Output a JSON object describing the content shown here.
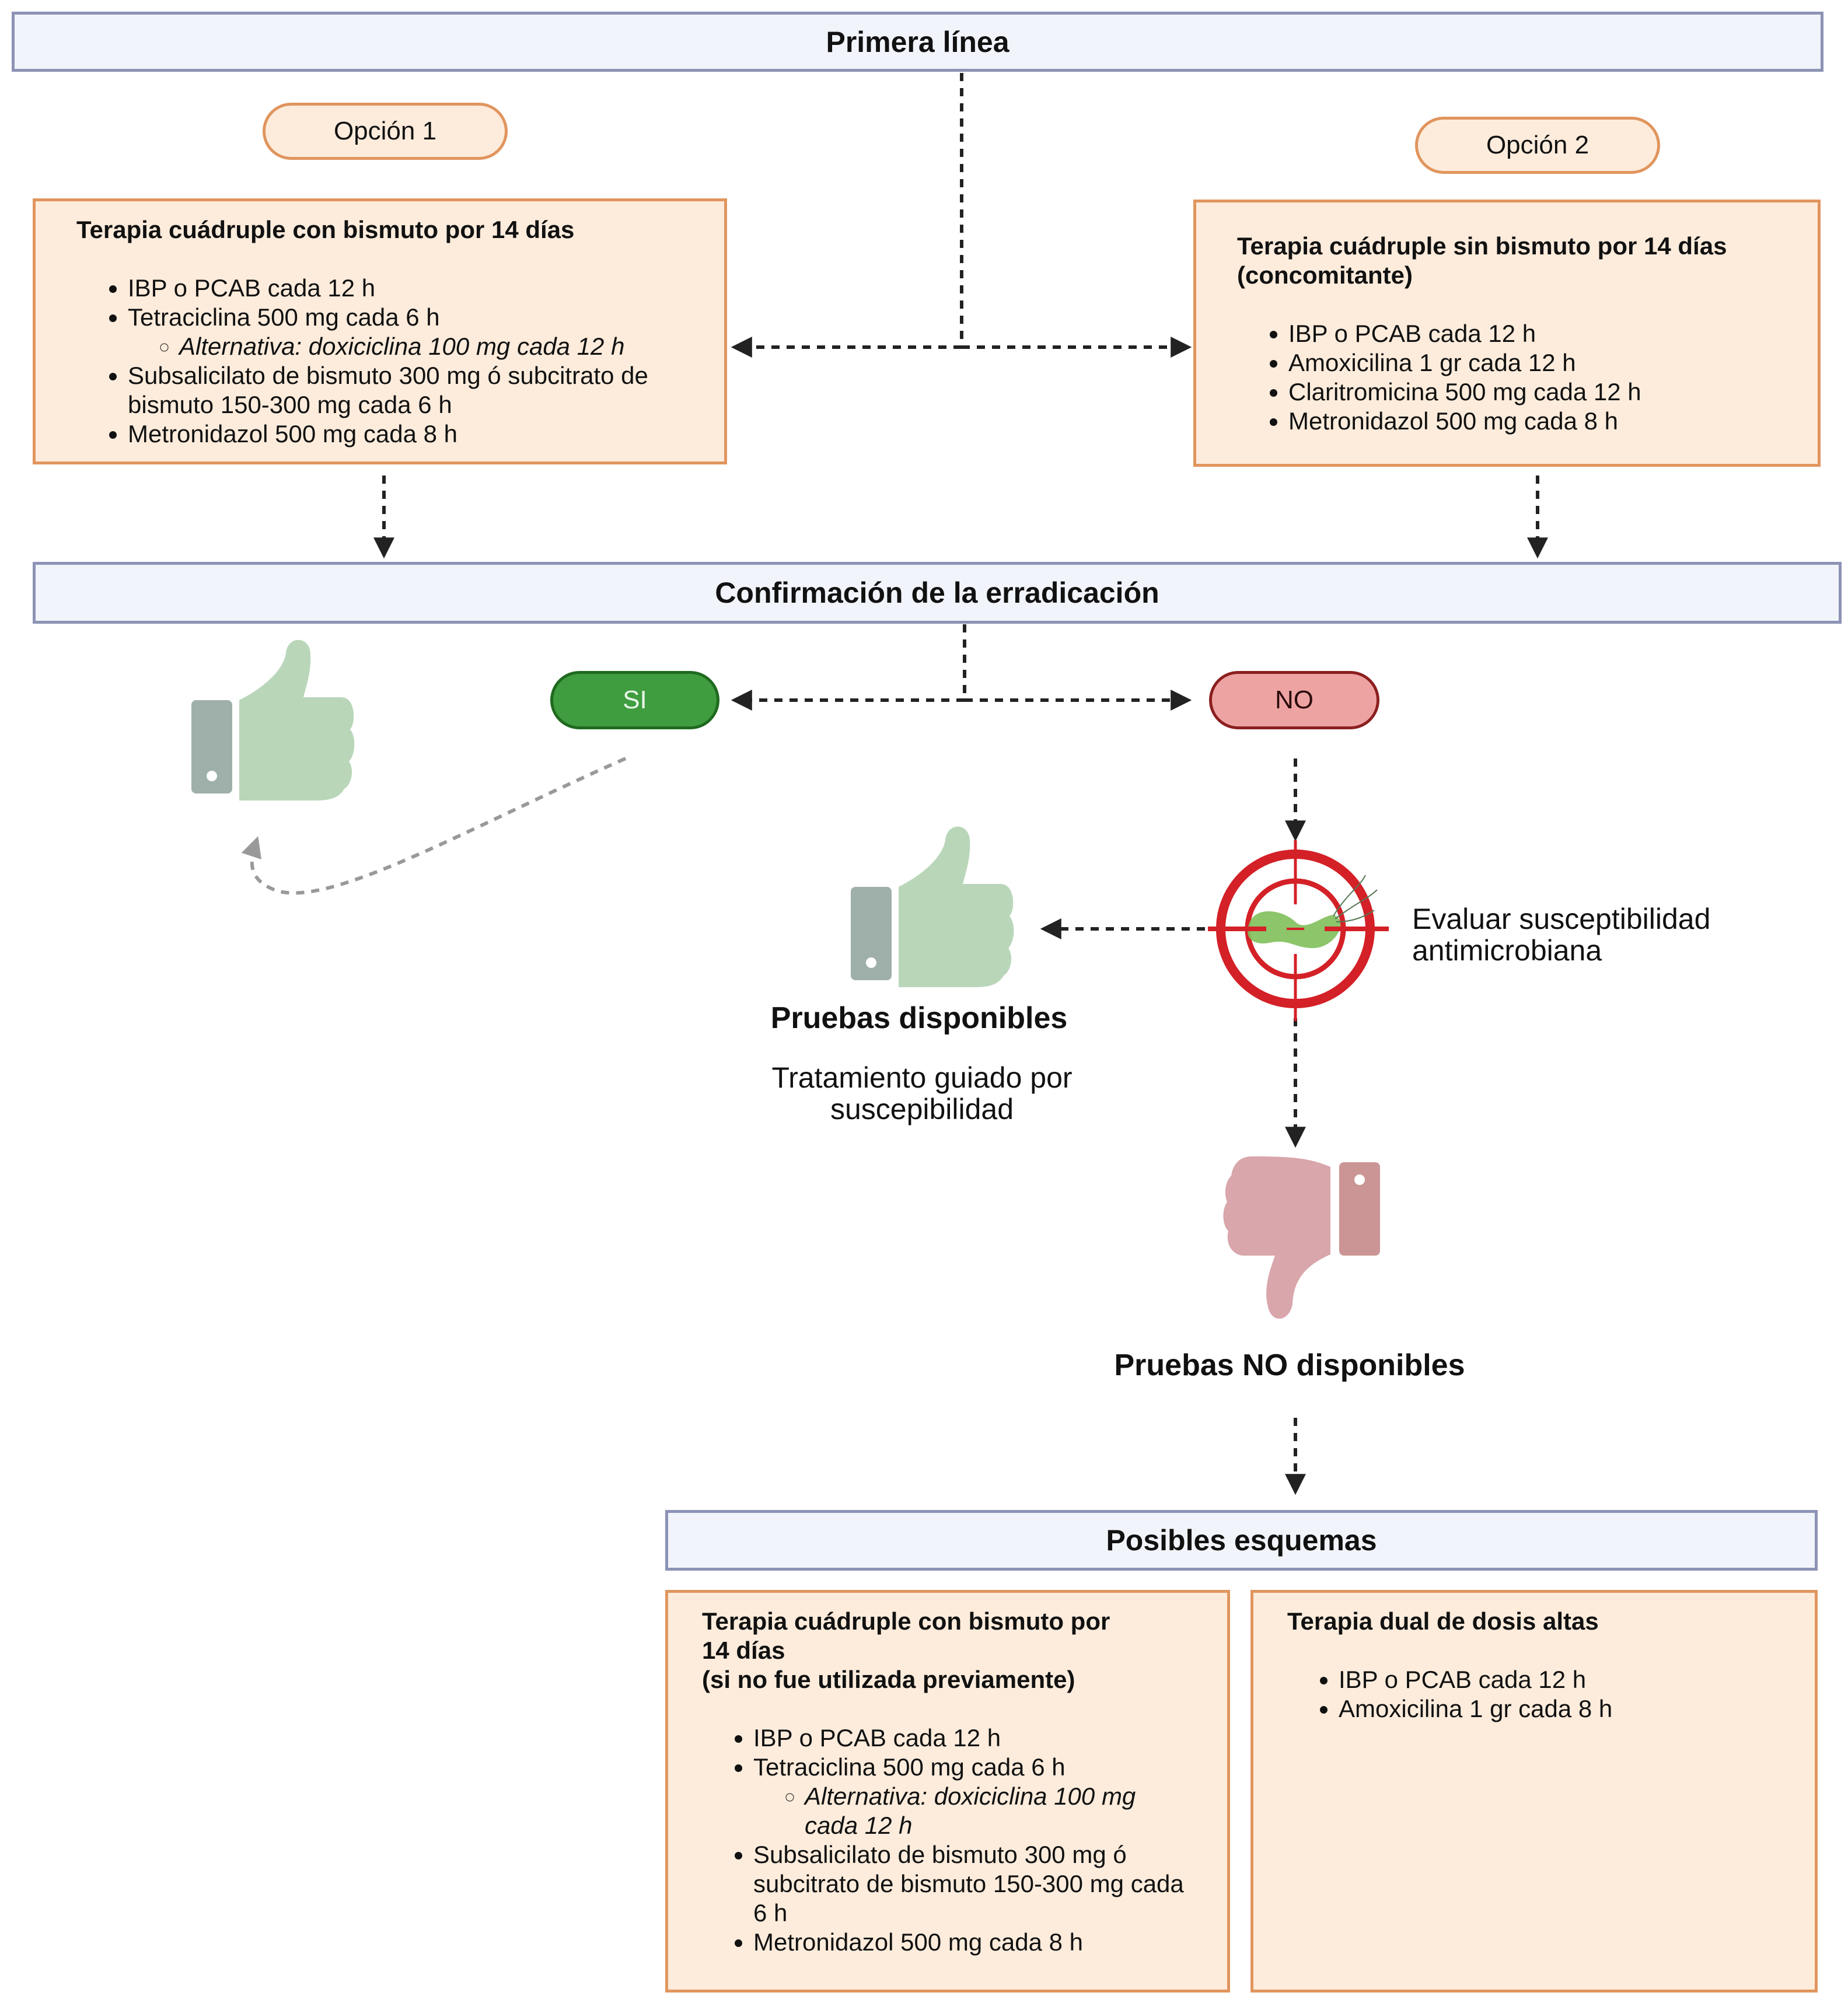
{
  "headers": {
    "first_line": "Primera línea",
    "confirmation": "Confirmación de la erradicación",
    "possible_schemes": "Posibles esquemas"
  },
  "options": {
    "option1": {
      "label": "Opción 1",
      "title": "Terapia cuádruple con bismuto por 14 días",
      "items": [
        "IBP o PCAB cada 12 h",
        "Tetraciclina 500 mg cada 6 h",
        "Subsalicilato de bismuto 300 mg ó subcitrato de bismuto 150-300 mg cada 6 h",
        "Metronidazol 500 mg cada 8 h"
      ],
      "sub_item": "Alternativa: doxiciclina 100 mg cada 12 h"
    },
    "option2": {
      "label": "Opción 2",
      "title": "Terapia cuádruple sin bismuto por 14 días (concomitante)",
      "items": [
        "IBP o PCAB cada 12 h",
        "Amoxicilina 1 gr cada 12 h",
        "Claritromicina 500 mg cada 12 h",
        "Metronidazol 500 mg cada 8 h"
      ]
    }
  },
  "decision": {
    "yes": "SI",
    "no": "NO"
  },
  "susceptibility": {
    "label": "Evaluar susceptibilidad antimicrobiana",
    "available_title": "Pruebas disponibles",
    "available_desc": "Tratamiento guiado por suscepibilidad",
    "unavailable_title": "Pruebas NO disponibles"
  },
  "schemes": {
    "scheme1": {
      "title": "Terapia cuádruple con bismuto por 14 días",
      "subtitle": "(si no fue utilizada previamente)",
      "items": [
        "IBP o PCAB cada 12 h",
        "Tetraciclina 500 mg cada 6 h",
        "Subsalicilato de bismuto 300 mg ó subcitrato de bismuto 150-300 mg cada 6 h",
        "Metronidazol 500 mg cada 8 h"
      ],
      "sub_item": "Alternativa: doxiciclina 100 mg cada 12 h"
    },
    "scheme2": {
      "title": "Terapia dual  de dosis altas",
      "items": [
        "IBP o PCAB cada 12 h",
        "Amoxicilina 1 gr cada 8 h"
      ]
    }
  },
  "colors": {
    "header_border": "#8c93b5",
    "header_fill": "#f1f4fa",
    "box_border": "#e0955e",
    "box_fill": "#fdecdc",
    "yes_fill": "#3f9d3f",
    "no_fill": "#eea3a3",
    "thumb_up": "#b9d6b9",
    "thumb_down": "#d9a6ab",
    "target_red": "#d42027"
  }
}
